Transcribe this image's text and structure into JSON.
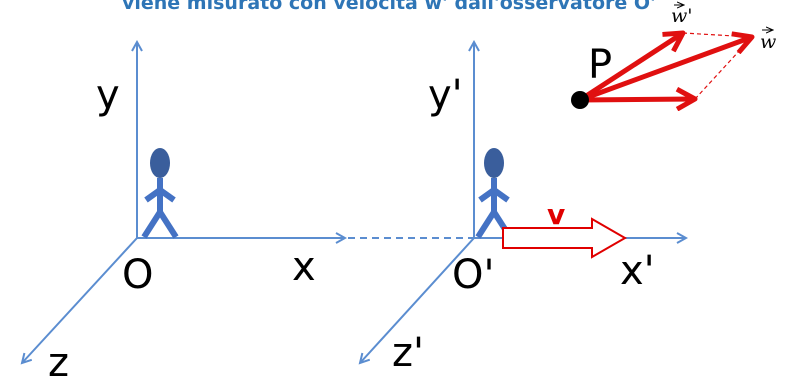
{
  "caption": {
    "text": "viene misurato con velocità w' dall'osservatore O'",
    "color": "#2E75B6"
  },
  "frame_O": {
    "y_label": "y",
    "x_label": "x",
    "z_label": "z",
    "origin_label": "O"
  },
  "frame_O_prime": {
    "y_label": "y'",
    "x_label": "x'",
    "z_label": "z'",
    "origin_label": "O'"
  },
  "velocity": {
    "label": "v",
    "color": "#E00000"
  },
  "point": {
    "label": "P",
    "vector_w_label": "w",
    "vector_w_prime_label": "w'"
  },
  "colors": {
    "axis": "#5B8DD0",
    "figure": "#4472C4",
    "figure_head": "#3A5E9C",
    "vector": "#E01010",
    "text": "#000000"
  },
  "icons": [
    "observer-figure-icon",
    "observer-prime-figure-icon",
    "hollow-arrow-icon"
  ]
}
